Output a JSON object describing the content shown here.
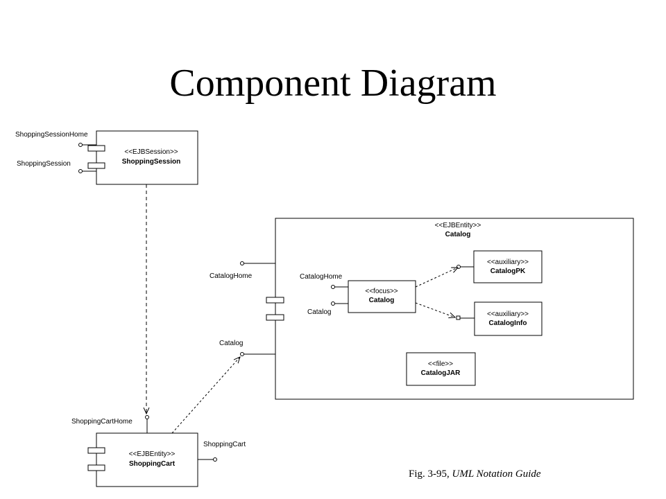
{
  "title": "Component Diagram",
  "caption": {
    "prefix": "Fig. 3-95, ",
    "source": "UML Notation Guide"
  },
  "components": {
    "shopping_session": {
      "stereotype": "<<EJBSession>>",
      "name": "ShoppingSession"
    },
    "catalog_container": {
      "stereotype": "<<EJBEntity>>",
      "name": "Catalog"
    },
    "catalog_focus": {
      "stereotype": "<<focus>>",
      "name": "Catalog"
    },
    "catalog_pk": {
      "stereotype": "<<auxiliary>>",
      "name": "CatalogPK"
    },
    "catalog_info": {
      "stereotype": "<<auxiliary>>",
      "name": "CatalogInfo"
    },
    "catalog_jar": {
      "stereotype": "<<file>>",
      "name": "CatalogJAR"
    },
    "shopping_cart": {
      "stereotype": "<<EJBEntity>>",
      "name": "ShoppingCart"
    }
  },
  "interfaces": {
    "shopping_session_home": "ShoppingSessionHome",
    "shopping_session": "ShoppingSession",
    "catalog_home_outer": "CatalogHome",
    "catalog_outer": "Catalog",
    "catalog_home_inner": "CatalogHome",
    "catalog_inner": "Catalog",
    "shopping_cart_home": "ShoppingCartHome",
    "shopping_cart": "ShoppingCart"
  }
}
